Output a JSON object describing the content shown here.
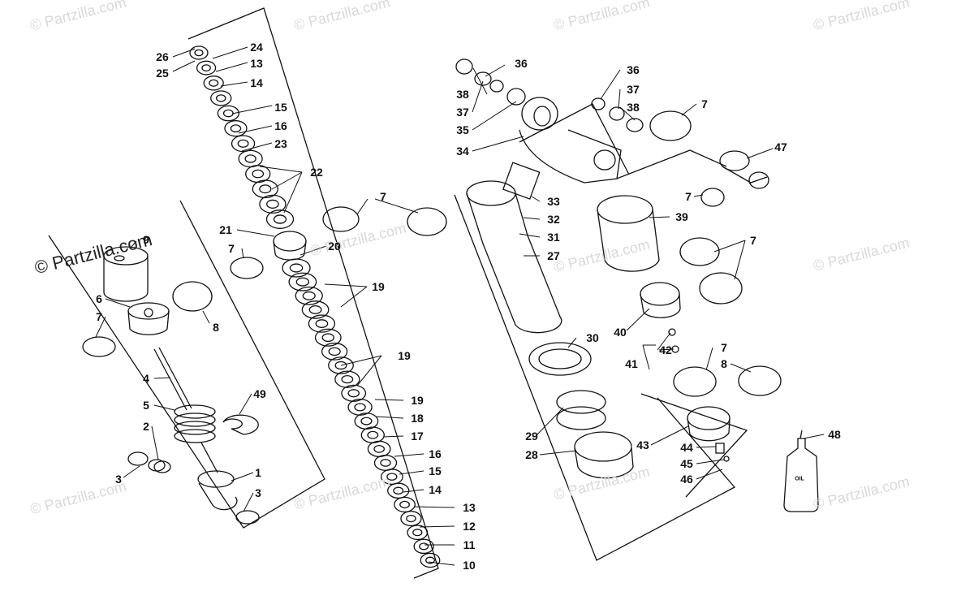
{
  "watermark": {
    "primary": "© Partzilla.com",
    "faint": "© Partzilla.com"
  },
  "callouts": [
    {
      "id": "c26",
      "text": "26"
    },
    {
      "id": "c25",
      "text": "25"
    },
    {
      "id": "c24",
      "text": "24"
    },
    {
      "id": "c13a",
      "text": "13"
    },
    {
      "id": "c14a",
      "text": "14"
    },
    {
      "id": "c15a",
      "text": "15"
    },
    {
      "id": "c16a",
      "text": "16"
    },
    {
      "id": "c23",
      "text": "23"
    },
    {
      "id": "c22",
      "text": "22"
    },
    {
      "id": "c21",
      "text": "21"
    },
    {
      "id": "c7a",
      "text": "7"
    },
    {
      "id": "c20",
      "text": "20"
    },
    {
      "id": "c19a",
      "text": "19"
    },
    {
      "id": "c19b",
      "text": "19"
    },
    {
      "id": "c19c",
      "text": "19"
    },
    {
      "id": "c18",
      "text": "18"
    },
    {
      "id": "c17",
      "text": "17"
    },
    {
      "id": "c16b",
      "text": "16"
    },
    {
      "id": "c15b",
      "text": "15"
    },
    {
      "id": "c14b",
      "text": "14"
    },
    {
      "id": "c13b",
      "text": "13"
    },
    {
      "id": "c12",
      "text": "12"
    },
    {
      "id": "c11",
      "text": "11"
    },
    {
      "id": "c10",
      "text": "10"
    },
    {
      "id": "c9",
      "text": "9"
    },
    {
      "id": "c6",
      "text": "6"
    },
    {
      "id": "c7b",
      "text": "7"
    },
    {
      "id": "c8a",
      "text": "8"
    },
    {
      "id": "c4",
      "text": "4"
    },
    {
      "id": "c5",
      "text": "5"
    },
    {
      "id": "c49",
      "text": "49"
    },
    {
      "id": "c2",
      "text": "2"
    },
    {
      "id": "c3a",
      "text": "3"
    },
    {
      "id": "c1",
      "text": "1"
    },
    {
      "id": "c3b",
      "text": "3"
    },
    {
      "id": "c7c",
      "text": "7"
    },
    {
      "id": "c38a",
      "text": "38"
    },
    {
      "id": "c36a",
      "text": "36"
    },
    {
      "id": "c37a",
      "text": "37"
    },
    {
      "id": "c35",
      "text": "35"
    },
    {
      "id": "c34",
      "text": "34"
    },
    {
      "id": "c36b",
      "text": "36"
    },
    {
      "id": "c37b",
      "text": "37"
    },
    {
      "id": "c38b",
      "text": "38"
    },
    {
      "id": "c7d",
      "text": "7"
    },
    {
      "id": "c47",
      "text": "47"
    },
    {
      "id": "c33",
      "text": "33"
    },
    {
      "id": "c32",
      "text": "32"
    },
    {
      "id": "c31",
      "text": "31"
    },
    {
      "id": "c27",
      "text": "27"
    },
    {
      "id": "c7e",
      "text": "7"
    },
    {
      "id": "c39",
      "text": "39"
    },
    {
      "id": "c7f",
      "text": "7"
    },
    {
      "id": "c40",
      "text": "40"
    },
    {
      "id": "c42",
      "text": "42"
    },
    {
      "id": "c41",
      "text": "41"
    },
    {
      "id": "c30",
      "text": "30"
    },
    {
      "id": "c7g",
      "text": "7"
    },
    {
      "id": "c8b",
      "text": "8"
    },
    {
      "id": "c29",
      "text": "29"
    },
    {
      "id": "c28",
      "text": "28"
    },
    {
      "id": "c43",
      "text": "43"
    },
    {
      "id": "c44",
      "text": "44"
    },
    {
      "id": "c45",
      "text": "45"
    },
    {
      "id": "c46",
      "text": "46"
    },
    {
      "id": "c48",
      "text": "48"
    }
  ],
  "bottle_label": "OIL"
}
